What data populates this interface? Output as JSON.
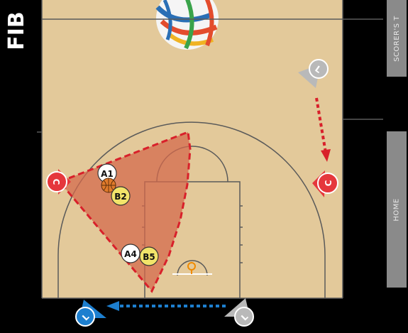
{
  "brand": {
    "text": "FIB"
  },
  "side_tabs": {
    "scorers_table": "SCORER'S T",
    "home": "HOME"
  },
  "players": {
    "a1": "A1",
    "b2": "B2",
    "a4": "A4",
    "b5": "B5",
    "ref_top_right": "L",
    "ref_center_right": "C",
    "ref_left": "C",
    "ref_bottom_left": "L",
    "ref_bottom_right": "L"
  },
  "colors": {
    "court": "#e3c99a",
    "court_line": "#5a5a5a",
    "zone_fill": "#d46a4c",
    "red_ref": "#e5373c",
    "blue_ref": "#1d7fcf",
    "gray_ref": "#b9b9b9",
    "player_a": "#ffffff",
    "player_b": "#f2e46a",
    "tab_bg": "#8a8a8a"
  },
  "icons": {
    "logo": "fiba-ball-logo",
    "ball": "basketball-icon",
    "hoop": "hoop-icon"
  }
}
